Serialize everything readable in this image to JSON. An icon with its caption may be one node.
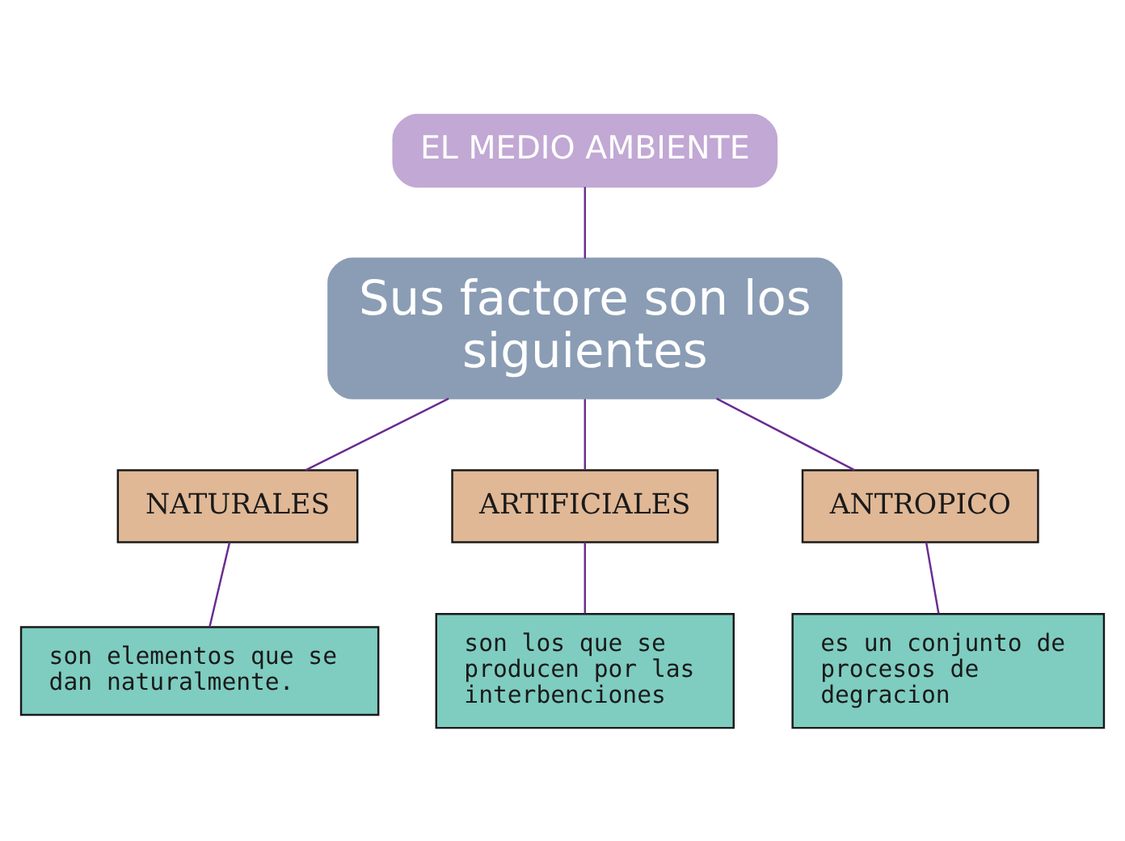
{
  "diagram": {
    "nodes": [
      {
        "text": [
          "EL MEDIO AMBIENTE"
        ]
      },
      {
        "text": [
          "Sus factore son los siguientes"
        ]
      },
      {
        "text": [
          "NATURALES"
        ]
      },
      {
        "text": [
          "ARTIFICIALES"
        ]
      },
      {
        "text": [
          "ANTROPICO"
        ]
      },
      {
        "text": [
          "son elementos que se dan naturalmente."
        ]
      },
      {
        "text": [
          "son los que se producen por las interbenciones"
        ]
      },
      {
        "text": [
          "es un conjunto de procesos de degracion"
        ]
      }
    ],
    "edges": [
      {
        "from": 0,
        "to": 1,
        "arrow": "none"
      },
      {
        "from": 1,
        "to": 2,
        "arrow": "none"
      },
      {
        "from": 1,
        "to": 3,
        "arrow": "none"
      },
      {
        "from": 1,
        "to": 4,
        "arrow": "none"
      },
      {
        "from": 2,
        "to": 5,
        "arrow": "none"
      },
      {
        "from": 3,
        "to": 6,
        "arrow": "none"
      },
      {
        "from": 4,
        "to": 7,
        "arrow": "none"
      }
    ]
  }
}
